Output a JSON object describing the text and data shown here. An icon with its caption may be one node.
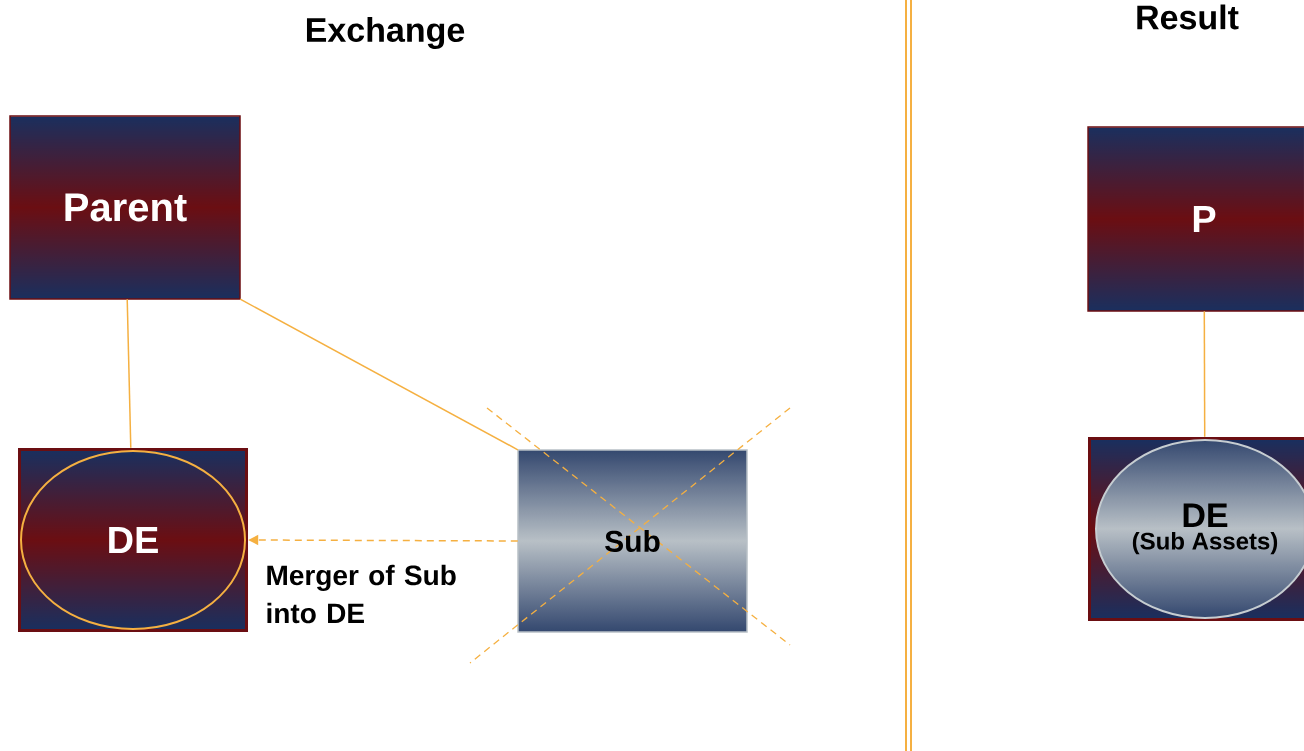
{
  "diagram": {
    "nodes": [
      {
        "text": [
          "Parent"
        ]
      },
      {
        "text": [
          "DE"
        ]
      },
      {
        "text": [
          "Sub"
        ]
      },
      {
        "text": [
          "P"
        ]
      },
      {
        "text": [
          "DE",
          "(Sub Assets)"
        ]
      }
    ],
    "edges": [
      {
        "from": 0,
        "to": 1,
        "arrow": "none"
      },
      {
        "from": 0,
        "to": 2,
        "arrow": "none"
      },
      {
        "from": 2,
        "to": 1,
        "arrow": "to",
        "style": "dashed",
        "label": "Merger of Sub into DE"
      },
      {
        "from": 3,
        "to": 4,
        "arrow": "none"
      }
    ],
    "labels": [
      "Exchange",
      "Result"
    ]
  }
}
